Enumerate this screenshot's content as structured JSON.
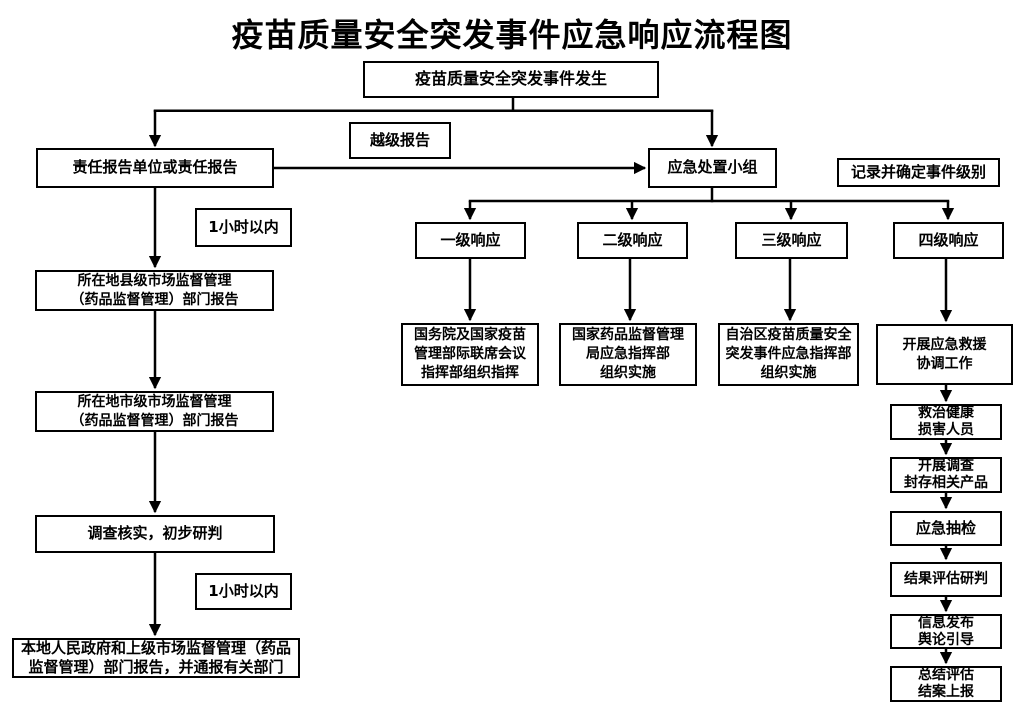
{
  "title": "疫苗质量安全突发事件应急响应流程图",
  "nodes": {
    "start": "疫苗质量安全突发事件发生",
    "responsible_report": "责任报告单位或责任报告",
    "skip_report": "越级报告",
    "emergency_team": "应急处置小组",
    "record_level": "记录并确定事件级别",
    "within_1h_a": "1小时以内",
    "county_report": "所在地县级市场监督管理\n（药品监督管理）部门报告",
    "city_report": "所在地市级市场监督管理\n（药品监督管理）部门报告",
    "verify": "调查核实，初步研判",
    "within_1h_b": "1小时以内",
    "local_gov_report": "本地人民政府和上级市场监督管理（药品\n监督管理）部门报告，并通报有关部门",
    "level1": "一级响应",
    "level2": "二级响应",
    "level3": "三级响应",
    "level4": "四级响应",
    "level1_action": "国务院及国家疫苗\n管理部际联席会议\n指挥部组织指挥",
    "level2_action": "国家药品监督管理\n局应急指挥部\n组织实施",
    "level3_action": "自治区疫苗质量安全\n突发事件应急指挥部\n组织实施",
    "level4_action": "开展应急救援\n协调工作",
    "rescue": "救治健康\n损害人员",
    "investigate_seal": "开展调查\n封存相关产品",
    "sampling": "应急抽检",
    "result_eval": "结果评估研判",
    "info_release": "信息发布\n舆论引导",
    "summary_report": "总结评估\n结案上报"
  },
  "colors": {
    "background": "#ffffff",
    "line": "#000000",
    "box_border": "#000000",
    "text": "#000000"
  }
}
